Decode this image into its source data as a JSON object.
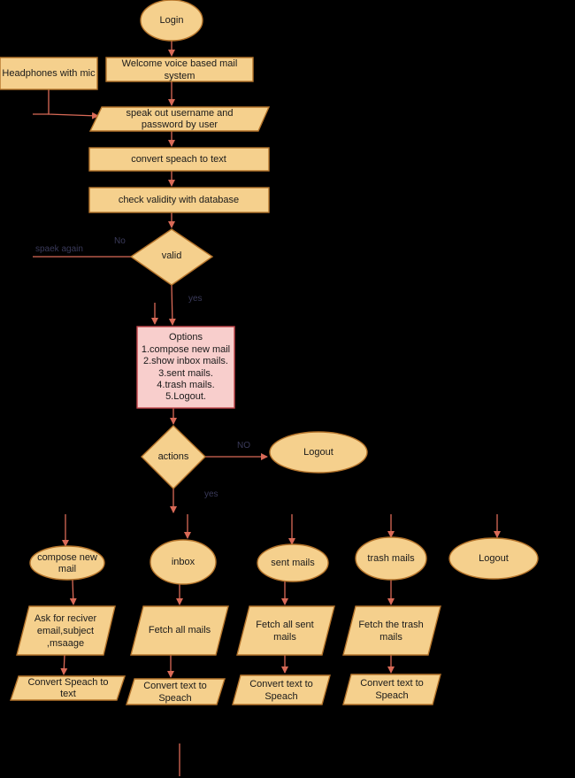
{
  "colors": {
    "background": "#000000",
    "node_fill": "#f5d08d",
    "node_stroke": "#b5742b",
    "options_fill": "#f8cecc",
    "options_stroke": "#c1444a",
    "arrow": "#d96a57",
    "edge_label": "#3a3a5a"
  },
  "nodes": {
    "login": "Login",
    "welcome": [
      "Welcome voice based mail",
      "system"
    ],
    "headphones": "Headphones with mic",
    "speak_credentials": [
      "speak out username and",
      "password by user"
    ],
    "convert_speech": "convert speach to text",
    "check_validity": "check validity with database",
    "valid": "valid",
    "options": {
      "title": "Options",
      "items": [
        "1.compose new mail",
        "2.show inbox mails.",
        "3.sent mails.",
        "4.trash mails.",
        "5.Logout."
      ]
    },
    "actions": "actions",
    "logout_top": "Logout",
    "compose": [
      "compose new",
      "mail"
    ],
    "inbox": "inbox",
    "sent": "sent mails",
    "trash": "trash mails",
    "logout_row": "Logout",
    "ask_receiver": [
      "Ask for reciver",
      "email,subject",
      ",msaage"
    ],
    "fetch_all": "Fetch all mails",
    "fetch_sent": [
      "Fetch all sent",
      "mails"
    ],
    "fetch_trash": [
      "Fetch the trash",
      "mails"
    ],
    "convert_compose": [
      "Convert  Speach to",
      "text"
    ],
    "convert_inbox": [
      "Convert text to",
      "Speach"
    ],
    "convert_sent": [
      "Convert text to",
      "Speach"
    ],
    "convert_trash": [
      "Convert text to",
      "Speach"
    ]
  },
  "edge_labels": {
    "no_valid": "No",
    "speak_again": "spaek again",
    "yes_valid": "yes",
    "no_actions": "NO",
    "yes_actions": "yes"
  }
}
